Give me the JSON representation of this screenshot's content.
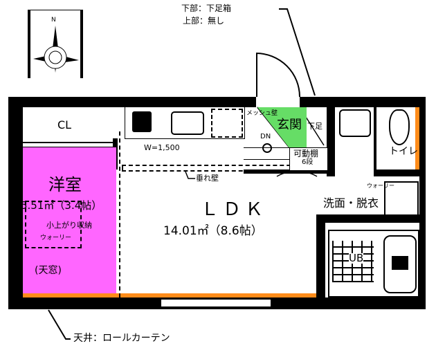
{
  "compass": {
    "north": "N"
  },
  "notes": {
    "shoebox_lower": "下部：下足箱",
    "shoebox_upper": "上部：無し",
    "ceiling": "天井：ロールカーテン"
  },
  "rooms": {
    "closet": "CL",
    "western_room": {
      "name": "洋室",
      "area": "5.51㎡（3.4帖）",
      "loft": "小上がり収納",
      "walkin": "ウォーリー",
      "skylight": "(天窓)"
    },
    "ldk": {
      "name": "ＬＤＫ",
      "area": "14.01㎡（8.6帖）",
      "kitchen_width": "W=1,500",
      "hanging_wall": "垂れ壁"
    },
    "entrance": {
      "name": "玄関",
      "mesh_wall": "メッシュ壁",
      "down": "DN",
      "shoebox": "下足",
      "shelf": "可動棚",
      "shelf_levels": "6段"
    },
    "toilet": "トイレ",
    "washroom": {
      "name": "洗面・脱衣",
      "washer": "ウォーリー"
    },
    "bath": "UB"
  },
  "colors": {
    "western_room": "#ff66ff",
    "entrance": "#66dd66",
    "floor_edge": "#ff8c1a",
    "wall": "#000000"
  }
}
